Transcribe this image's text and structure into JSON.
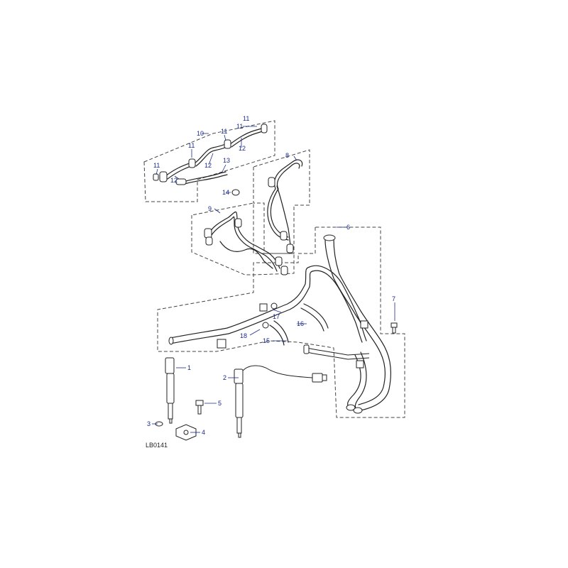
{
  "diagram": {
    "reference_code": "LB0141",
    "callouts": [
      "1",
      "2",
      "3",
      "4",
      "5",
      "6",
      "7",
      "8",
      "9",
      "10",
      "11",
      "11",
      "11",
      "11",
      "11",
      "12",
      "12",
      "12",
      "13",
      "14",
      "15",
      "16",
      "17",
      "18"
    ]
  },
  "colors": {
    "callout": "#1a2a8a",
    "line": "#222222",
    "boundary": "#444444"
  }
}
